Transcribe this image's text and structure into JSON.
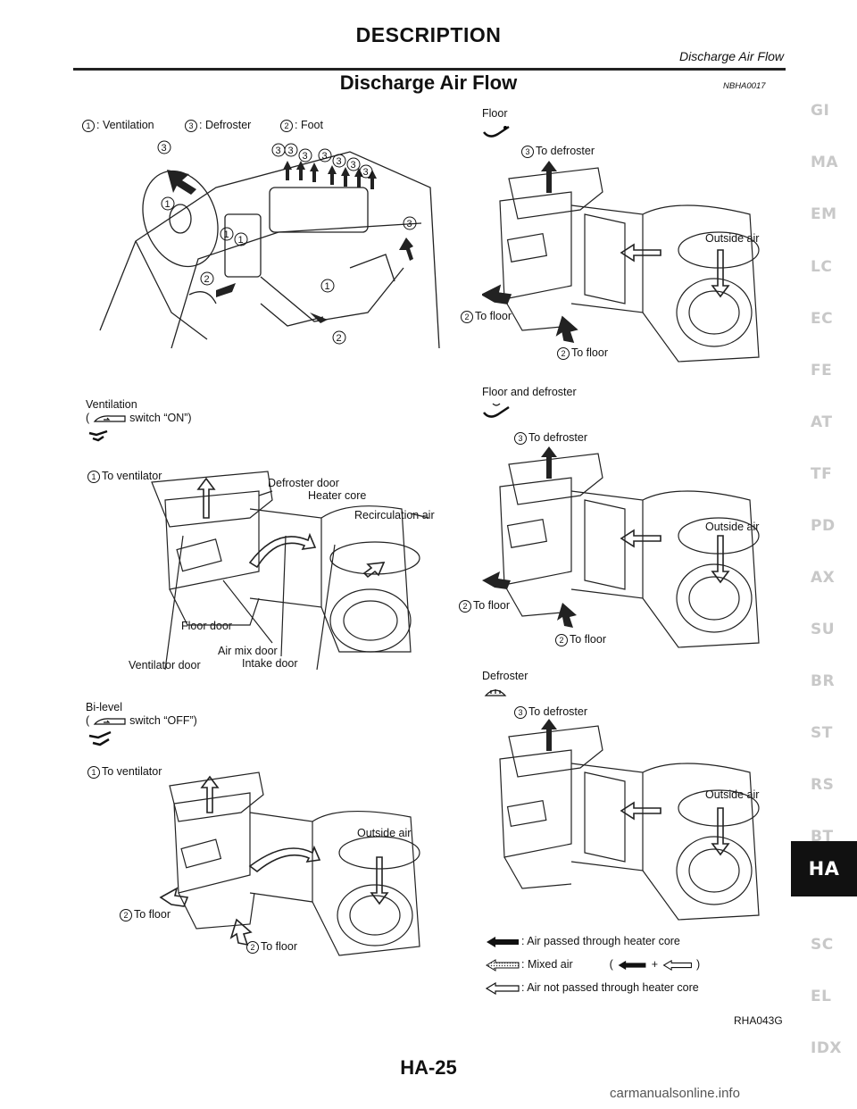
{
  "header": {
    "section": "DESCRIPTION",
    "subtitle": "Discharge Air Flow"
  },
  "title": "Discharge Air Flow",
  "code": "NBHA0017",
  "top_legend": {
    "item1": ": Ventilation",
    "item3": ": Defroster",
    "item2": ": Foot",
    "n1": "1",
    "n2": "2",
    "n3": "3"
  },
  "ventilation": {
    "heading": "Ventilation",
    "switch": "switch “ON”)",
    "paren": "(",
    "to_ventilator": "To ventilator",
    "defroster_door": "Defroster door",
    "heater_core": "Heater core",
    "recirculation_air": "Recirculation air",
    "floor_door": "Floor door",
    "air_mix_door": "Air mix door",
    "ventilator_door": "Ventilator door",
    "intake_door": "Intake door"
  },
  "bilevel": {
    "heading": "Bi-level",
    "paren": "(",
    "switch": "switch “OFF”)",
    "to_ventilator": "To ventilator",
    "outside_air": "Outside air",
    "to_floor_1": "To floor",
    "to_floor_2": "To floor"
  },
  "floor": {
    "heading": "Floor",
    "to_defroster": "To defroster",
    "outside_air": "Outside air",
    "to_floor_1": "To floor",
    "to_floor_2": "To floor"
  },
  "floor_defroster": {
    "heading": "Floor and defroster",
    "to_defroster": "To defroster",
    "outside_air": "Outside air",
    "to_floor_1": "To floor",
    "to_floor_2": "To floor"
  },
  "defroster": {
    "heading": "Defroster",
    "to_defroster": "To defroster",
    "outside_air": "Outside air"
  },
  "legend": {
    "heater": ": Air passed through heater core",
    "mixed": ": Mixed air",
    "mixed_paren_open": "(",
    "plus": "+",
    "mixed_paren_close": ")",
    "not_heater": ": Air not passed through heater core"
  },
  "figure_ref": "RHA043G",
  "page_number": "HA-25",
  "watermark": "carmanualsonline.info",
  "side_tabs": [
    "GI",
    "MA",
    "EM",
    "LC",
    "EC",
    "FE",
    "AT",
    "TF",
    "PD",
    "AX",
    "SU",
    "BR",
    "ST",
    "RS",
    "BT",
    "HA",
    "SC",
    "EL",
    "IDX"
  ],
  "active_tab": "HA"
}
